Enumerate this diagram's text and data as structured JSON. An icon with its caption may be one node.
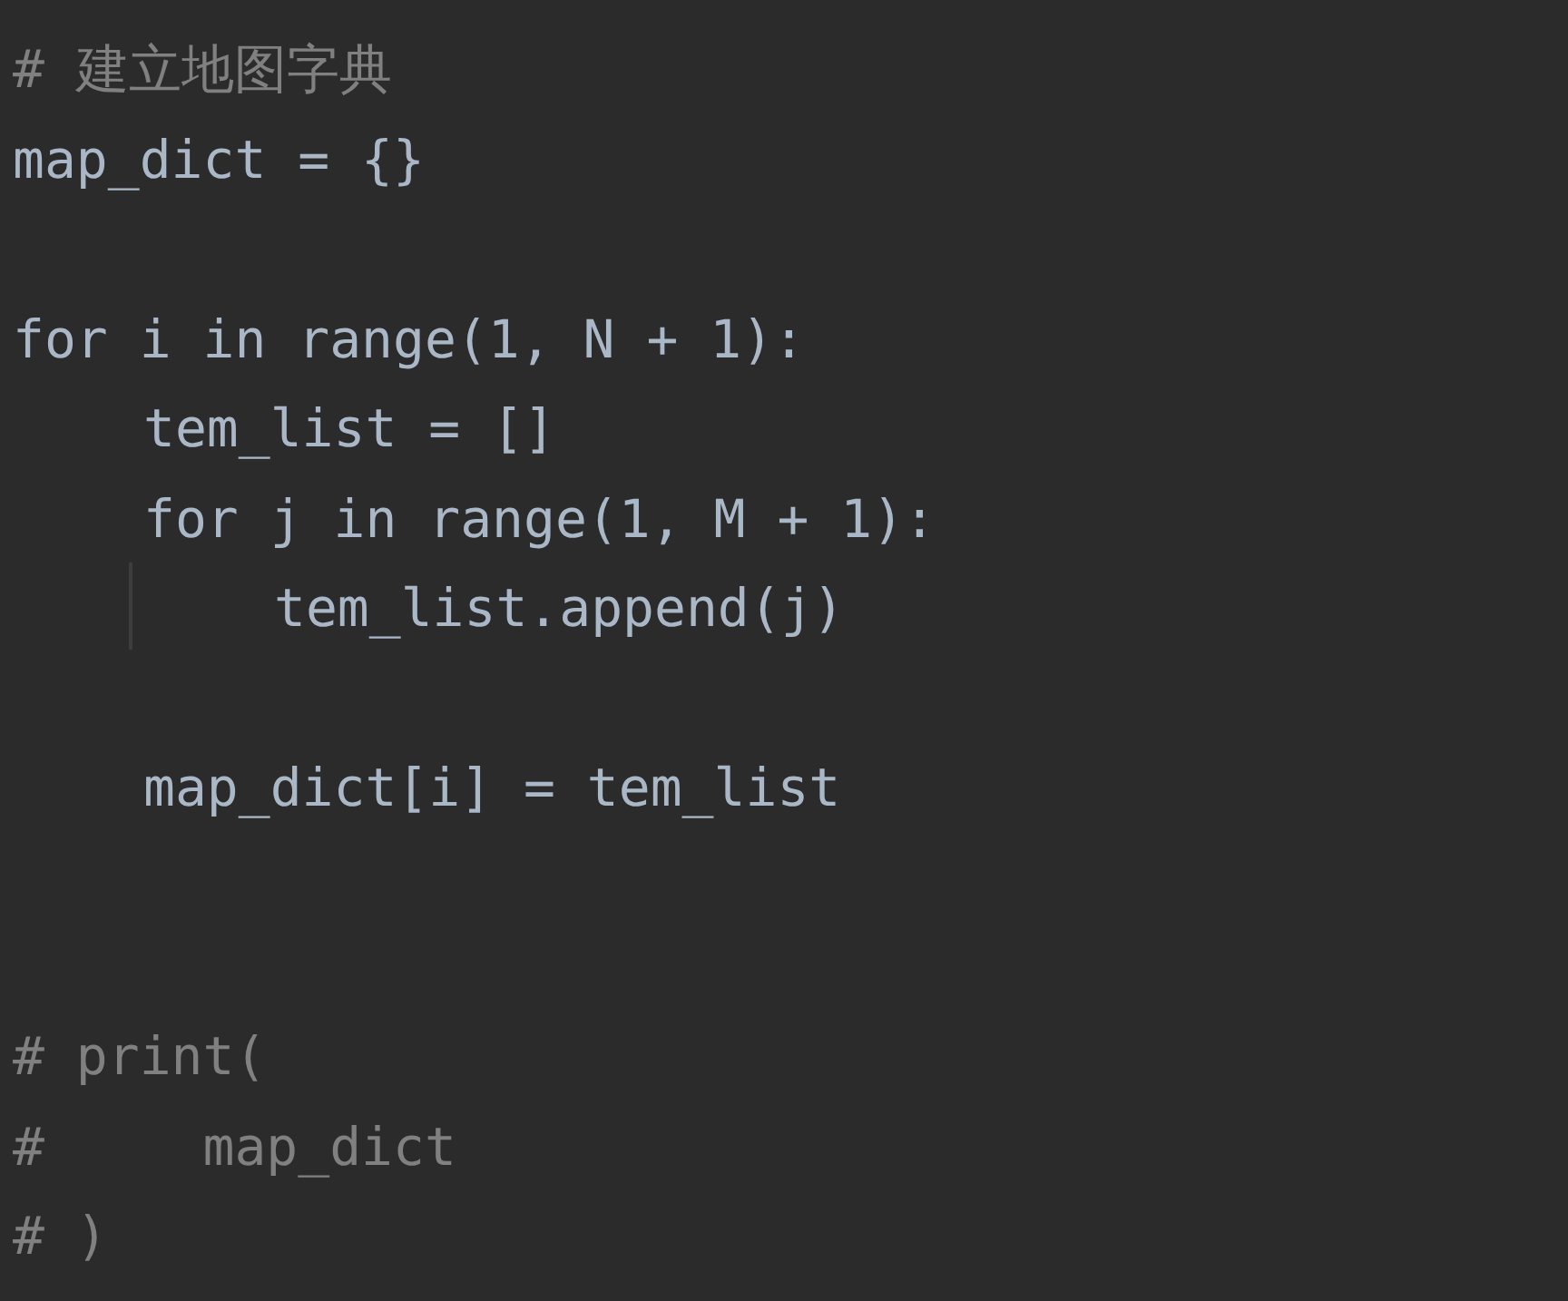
{
  "diagram": {
    "labels": [
      "# 建立地图字典",
      "map_dict = {}",
      "for i in range(1, N + 1):",
      "tem_list = []",
      "for j in range(1, M + 1):",
      "tem_list.append(j)",
      "map_dict[i] = tem_list",
      "# print(",
      "#     map_dict",
      "# )"
    ]
  }
}
